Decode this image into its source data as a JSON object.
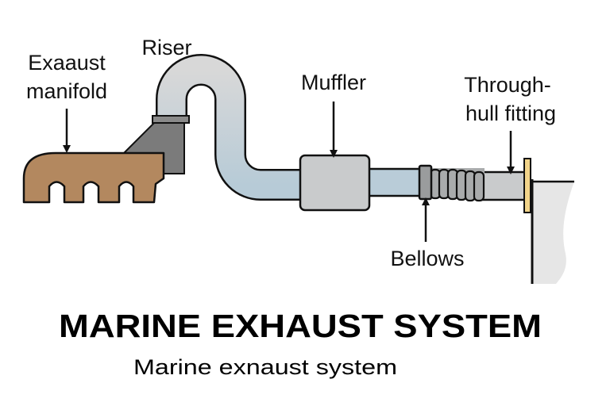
{
  "diagram": {
    "title": "MARINE EXHAUST SYSTEM",
    "subtitle": "Marine exnaust system",
    "labels": {
      "manifold_line1": "Exaaust",
      "manifold_line2": "manifold",
      "riser": "Riser",
      "muffler": "Muffler",
      "through_hull_line1": "Through-",
      "through_hull_line2": "hull fitting",
      "bellows": "Bellows"
    },
    "colors": {
      "manifold": "#b3885f",
      "adapter": "#7b7b7b",
      "pipe_top": "#d8d8d8",
      "pipe_bottom": "#b7cbd7",
      "muffler": "#c9cbcc",
      "flange": "#f2d48a",
      "hull": "#e6e6e6"
    }
  }
}
